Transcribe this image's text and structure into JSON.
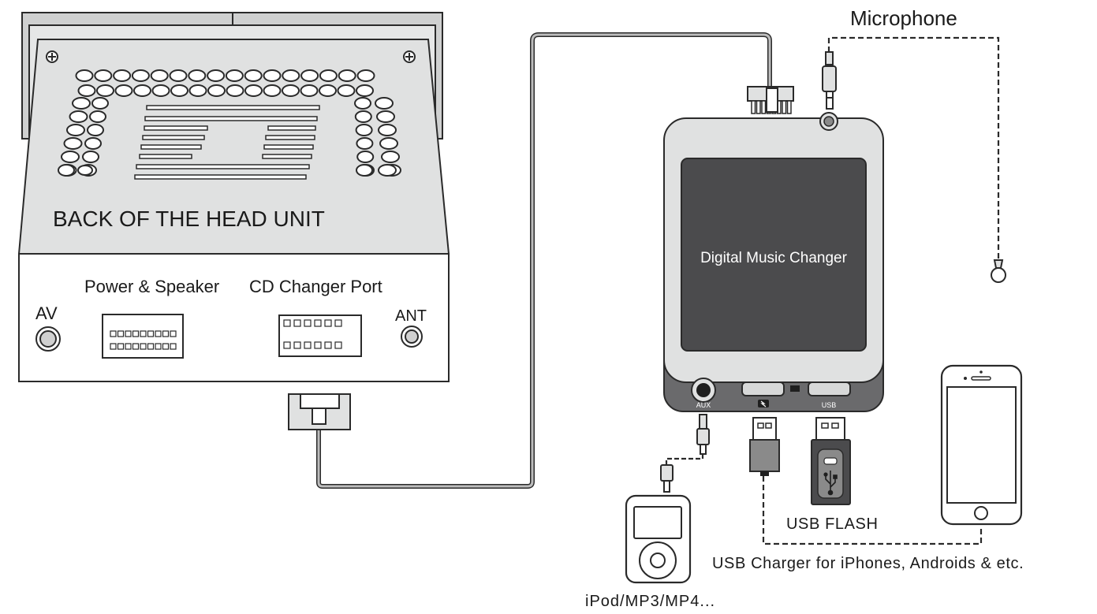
{
  "head_unit": {
    "back_label": "BACK OF THE HEAD UNIT",
    "port_power_speaker": "Power & Speaker",
    "port_cd_changer": "CD Changer Port",
    "port_av": "AV",
    "port_ant": "ANT"
  },
  "changer": {
    "screen_label": "Digital Music Changer",
    "port_aux": "AUX",
    "port_usb": "USB"
  },
  "devices": {
    "microphone": "Microphone",
    "ipod": "iPod/MP3/MP4...",
    "usb_flash": "USB FLASH",
    "usb_charger": "USB  Charger for iPhones, Androids & etc."
  },
  "colors": {
    "outline": "#2a2a2a",
    "device_fill": "#e0e1e1",
    "screen_fill": "#4b4b4d",
    "base_fill": "#6a6a6c",
    "cable": "#bdbdbd"
  },
  "icons": [
    "usb-symbol-icon",
    "flash-icon",
    "home-button-icon"
  ]
}
